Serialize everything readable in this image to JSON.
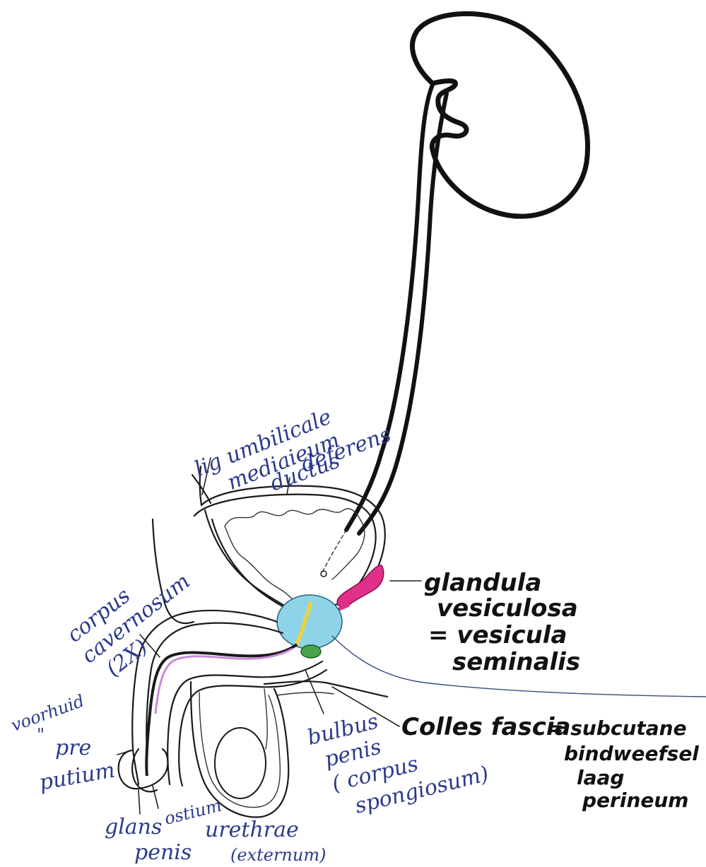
{
  "labels": {
    "lig_umbilicale_1": "lig umbilicale",
    "lig_umbilicale_2": "mediaieum",
    "ductus_1": "ductus",
    "ductus_2": "deferens",
    "glandula_1": "glandula",
    "glandula_2": "vesiculosa",
    "glandula_3": "= vesicula",
    "glandula_4": "seminalis",
    "corpus_cav_1": "corpus",
    "corpus_cav_2": "cavernosum",
    "corpus_cav_3": "(2X)",
    "voorhuid_1": "voorhuid",
    "voorhuid_2": "\"",
    "voorhuid_3": "pre",
    "voorhuid_4": "putium",
    "bulbus_1": "bulbus",
    "bulbus_2": "penis",
    "bulbus_3": "( corpus",
    "bulbus_4": "spongiosum)",
    "colles": "Colles fascia",
    "subcutane_1": "= subcutane",
    "subcutane_2": "bindweefsel",
    "subcutane_3": "laag",
    "subcutane_4": "perineum",
    "glans_1": "glans",
    "glans_2": "penis",
    "ostium_1": "ostium",
    "ostium_2": "urethrae",
    "ostium_3": "(externum)"
  },
  "colors": {
    "ink_label": "#2c3a8c",
    "seminal_vesicle": "#e0308a",
    "prostate": "#8fd3e8",
    "bulbourethral_gland": "#4aa34a",
    "ejaculatory_duct": "#f2d230",
    "urethra_lining": "#c98ad8"
  }
}
